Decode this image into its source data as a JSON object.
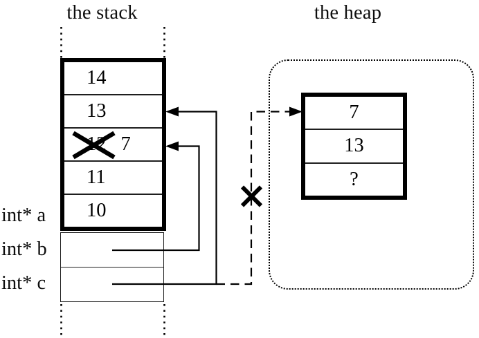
{
  "colors": {
    "ink": "#000000",
    "background": "#ffffff"
  },
  "stack": {
    "title": "the stack",
    "frame_rows": [
      {
        "value": "14"
      },
      {
        "value": "13"
      },
      {
        "old_value": "12",
        "crossed_out": true,
        "new_value": "7"
      },
      {
        "value": "11"
      },
      {
        "value": "10"
      }
    ],
    "pointer_labels": [
      {
        "label": "int* a"
      },
      {
        "label": "int* b"
      },
      {
        "label": "int* c"
      }
    ]
  },
  "heap": {
    "title": "the heap",
    "block_rows": [
      {
        "value": "7"
      },
      {
        "value": "13"
      },
      {
        "value": "?"
      }
    ]
  }
}
